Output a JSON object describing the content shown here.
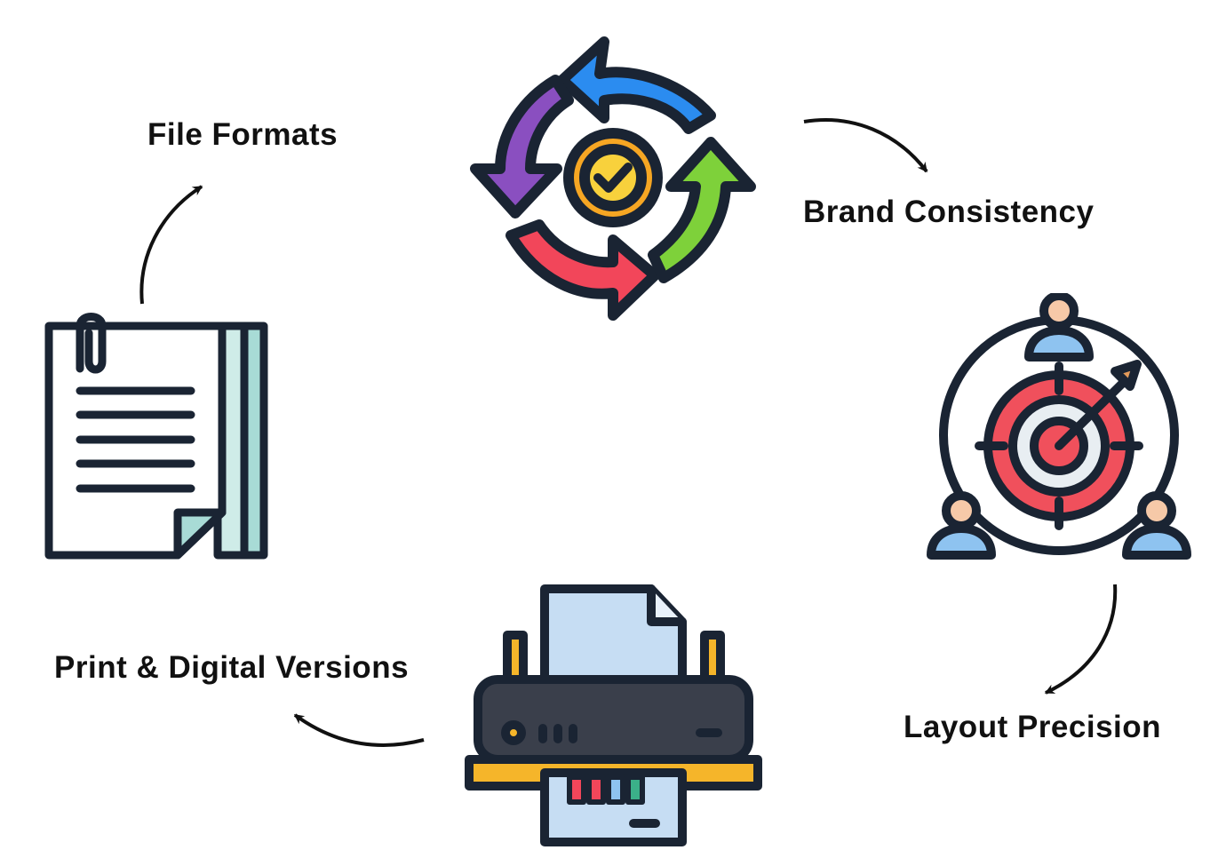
{
  "diagram": {
    "labels": {
      "file_formats": "File Formats",
      "brand_consistency": "Brand Consistency",
      "layout_precision": "Layout Precision",
      "print_digital_versions": "Print & Digital Versions"
    },
    "icons": {
      "cycle": "cycle-arrows-check-icon",
      "target": "target-audience-icon",
      "printer": "printer-icon",
      "document": "document-stack-icon"
    },
    "colors": {
      "outline": "#1a2433",
      "cycle_blue": "#2b8cf0",
      "cycle_purple": "#8a4fc0",
      "cycle_red": "#f2465a",
      "cycle_green": "#7ed13a",
      "check_center": "#f6a623",
      "target_red": "#f0505c",
      "person_blue": "#8ec3f0",
      "person_skin": "#f6c9a8",
      "printer_body": "#3a3f4b",
      "printer_yellow": "#f5b52a",
      "paper_blue": "#c6ddf3",
      "doc_teal": "#a8dbd6"
    }
  }
}
